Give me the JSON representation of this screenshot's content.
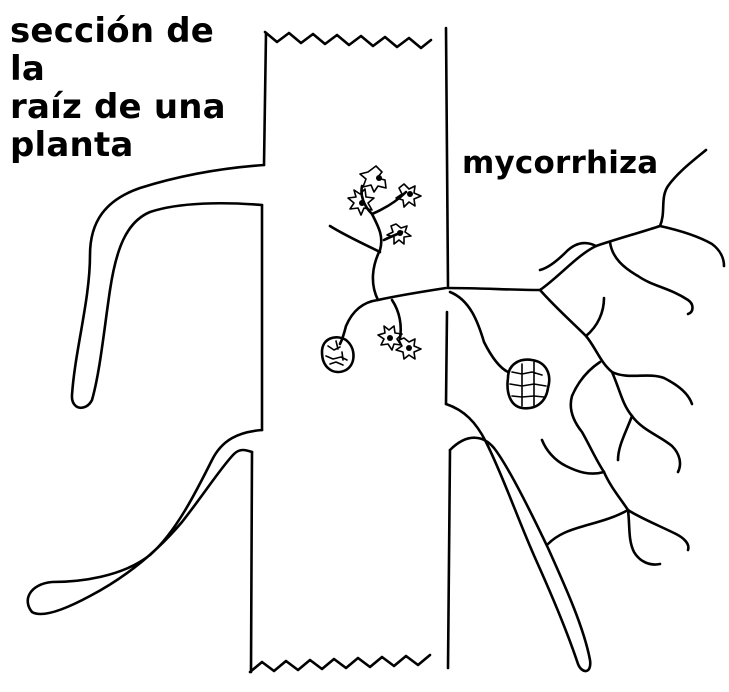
{
  "labels": {
    "root_section": [
      "sección de la",
      "raíz de una",
      "planta"
    ],
    "mycorrhiza": "mycorrhiza"
  },
  "colors": {
    "ink": "#000000",
    "paper": "#ffffff"
  }
}
